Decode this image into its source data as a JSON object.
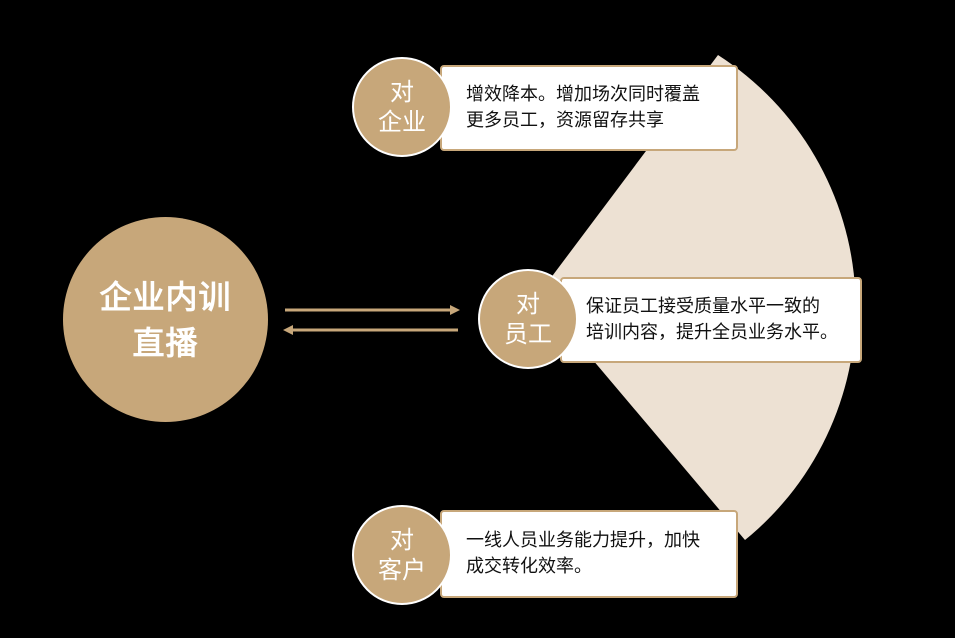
{
  "colors": {
    "background": "#000000",
    "accent": "#c7a77a",
    "wedge": "#ede1d3",
    "box": "#ffffff",
    "text": "#111111"
  },
  "center": {
    "line1": "企业内训",
    "line2": "直播"
  },
  "items": [
    {
      "circle_line1": "对",
      "circle_line2": "企业",
      "text_line1": "增效降本。增加场次同时覆盖",
      "text_line2": "更多员工，资源留存共享"
    },
    {
      "circle_line1": "对",
      "circle_line2": "员工",
      "text_line1": "保证员工接受质量水平一致的",
      "text_line2": "培训内容，提升全员业务水平。"
    },
    {
      "circle_line1": "对",
      "circle_line2": "客户",
      "text_line1": "一线人员业务能力提升，加快",
      "text_line2": "成交转化效率。"
    }
  ]
}
